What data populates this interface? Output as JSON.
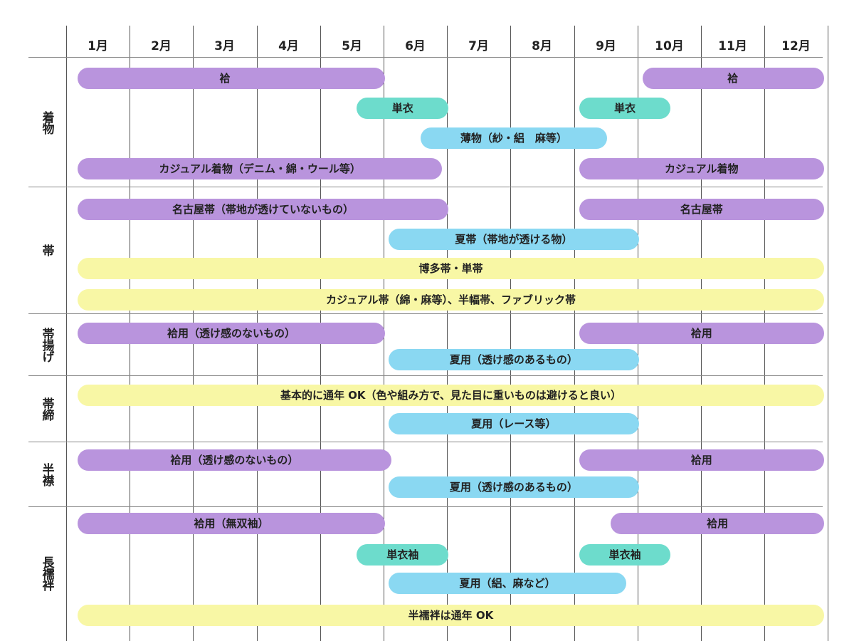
{
  "colors": {
    "purple": "#b994dd",
    "teal": "#6ddccc",
    "blue": "#8ad8f2",
    "yellow": "#f8f7a5"
  },
  "chart_data": {
    "type": "gantt",
    "months": [
      "1月",
      "2月",
      "3月",
      "4月",
      "5月",
      "6月",
      "7月",
      "8月",
      "9月",
      "10月",
      "11月",
      "12月"
    ],
    "groups": [
      {
        "name": "着物",
        "bars": [
          {
            "label": "袷",
            "color": "purple",
            "start": 1.1,
            "end": 6.0,
            "labelCenter": 3.5
          },
          {
            "label": "袷",
            "color": "purple",
            "start": 10.0,
            "end": 13.0,
            "labelCenter": 11.5
          },
          {
            "label": "単衣",
            "color": "teal",
            "start": 5.5,
            "end": 7.0
          },
          {
            "label": "単衣",
            "color": "teal",
            "start": 9.0,
            "end": 10.5
          },
          {
            "label": "薄物（紗・絽　麻等）",
            "color": "blue",
            "start": 6.5,
            "end": 9.5
          },
          {
            "label": "カジュアル着物（デニム・綿・ウール等）",
            "color": "purple",
            "start": 1.1,
            "end": 6.9
          },
          {
            "label": "カジュアル着物",
            "color": "purple",
            "start": 9.0,
            "end": 13.0
          }
        ]
      },
      {
        "name": "帯",
        "bars": [
          {
            "label": "名古屋帯（帯地が透けていないもの）",
            "color": "purple",
            "start": 1.1,
            "end": 7.0
          },
          {
            "label": "名古屋帯",
            "color": "purple",
            "start": 9.0,
            "end": 13.0
          },
          {
            "label": "夏帯（帯地が透ける物）",
            "color": "blue",
            "start": 6.0,
            "end": 10.0
          },
          {
            "label": "博多帯・単帯",
            "color": "yellow",
            "start": 1.1,
            "end": 13.0
          },
          {
            "label": "カジュアル帯（綿・麻等）、半幅帯、ファブリック帯",
            "color": "yellow",
            "start": 1.1,
            "end": 13.0
          }
        ]
      },
      {
        "name": "帯揚げ",
        "bars": [
          {
            "label": "袷用（透け感のないもの）",
            "color": "purple",
            "start": 1.1,
            "end": 6.0
          },
          {
            "label": "袷用",
            "color": "purple",
            "start": 9.0,
            "end": 13.0
          },
          {
            "label": "夏用（透け感のあるもの）",
            "color": "blue",
            "start": 6.0,
            "end": 10.0
          }
        ]
      },
      {
        "name": "帯締",
        "bars": [
          {
            "label": "基本的に通年 OK（色や組み方で、見た目に重いものは避けると良い）",
            "color": "yellow",
            "start": 1.1,
            "end": 13.0
          },
          {
            "label": "夏用（レース等）",
            "color": "blue",
            "start": 6.0,
            "end": 10.0
          }
        ]
      },
      {
        "name": "半襟",
        "bars": [
          {
            "label": "袷用（透け感のないもの）",
            "color": "purple",
            "start": 1.1,
            "end": 6.1
          },
          {
            "label": "袷用",
            "color": "purple",
            "start": 9.0,
            "end": 13.0
          },
          {
            "label": "夏用（透け感のあるもの）",
            "color": "blue",
            "start": 6.0,
            "end": 10.0
          }
        ]
      },
      {
        "name": "長襦袢",
        "bars": [
          {
            "label": "袷用（無双袖）",
            "color": "purple",
            "start": 1.1,
            "end": 6.0
          },
          {
            "label": "袷用",
            "color": "purple",
            "start": 9.5,
            "end": 13.0
          },
          {
            "label": "単衣袖",
            "color": "teal",
            "start": 5.5,
            "end": 7.0
          },
          {
            "label": "単衣袖",
            "color": "teal",
            "start": 9.0,
            "end": 10.5
          },
          {
            "label": "夏用（絽、麻など）",
            "color": "blue",
            "start": 6.0,
            "end": 9.8
          },
          {
            "label": "半襦袢は通年 OK",
            "color": "yellow",
            "start": 1.1,
            "end": 13.0
          }
        ]
      }
    ]
  }
}
